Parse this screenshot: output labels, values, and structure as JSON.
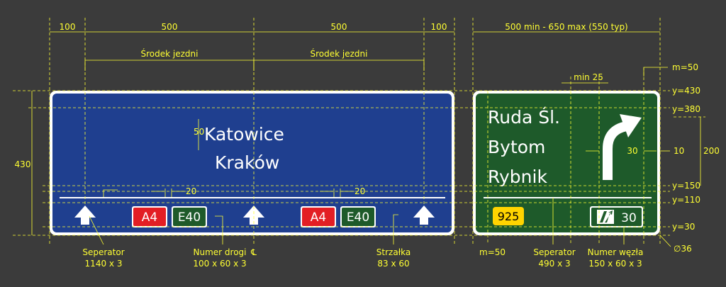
{
  "colors": {
    "background": "#3b3b3b",
    "dimension": "#ffff33",
    "sign_blue": "#1f3f8f",
    "sign_green": "#1e5a2a",
    "border": "#ffffff",
    "road_red": "#e31e24",
    "road_green": "#1e5a2a",
    "road_yellow": "#ffd400"
  },
  "dimensions": {
    "top": [
      "100",
      "500",
      "500",
      "100"
    ],
    "right_top": "500 min - 650 max (550 typ)",
    "center_of_road": "Środek jezdni",
    "left_height": "430",
    "min25": "min 25",
    "m50_top": "m=50",
    "y430": "y=430",
    "y380": "y=380",
    "v30": "30",
    "v10": "10",
    "v200": "200",
    "y150": "y=150",
    "y110": "y=110",
    "y30": "y=30",
    "g50": "50",
    "g20a": "20",
    "g20b": "20",
    "m50_bottom": "m=50",
    "diameter": "∅36",
    "centerline": "℄"
  },
  "blue_sign": {
    "destinations": [
      "Katowice",
      "Kraków"
    ],
    "road_badges": [
      "A4",
      "E40",
      "A4",
      "E40"
    ]
  },
  "green_sign": {
    "destinations": [
      "Ruda Śl.",
      "Bytom",
      "Rybnik"
    ],
    "road_number": "925",
    "junction_number": "30"
  },
  "callouts": [
    {
      "name": "Seperator",
      "size": "1140 x 3"
    },
    {
      "name": "Numer drogi",
      "size": "100 x 60 x 3"
    },
    {
      "name": "Strzałka",
      "size": "83 x 60"
    },
    {
      "name": "Seperator",
      "size": "490 x 3"
    },
    {
      "name": "Numer węzła",
      "size": "150 x 60 x 3"
    }
  ]
}
